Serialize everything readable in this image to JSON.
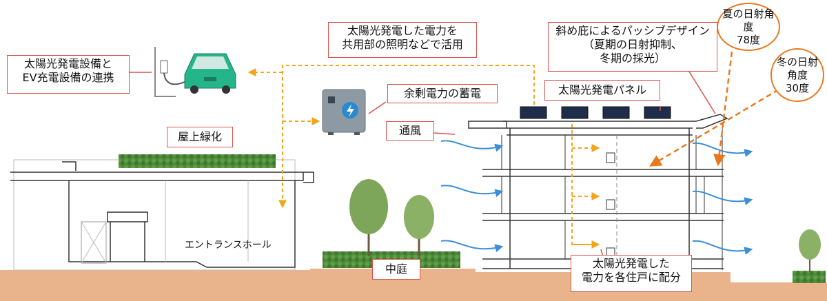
{
  "labels": {
    "ev": [
      "太陽光発電設備と",
      "EV充電設備の連携"
    ],
    "shared": [
      "太陽光発電した電力を",
      "共用部の照明などで活用"
    ],
    "passive": [
      "斜め庇によるパッシブデザイン",
      "（夏期の日射抑制、",
      "冬期の採光）"
    ],
    "summer": [
      "夏の日射角度",
      "78度"
    ],
    "winter": [
      "冬の日射",
      "角度",
      "30度"
    ],
    "storage": "余剰電力の蓄電",
    "panel": "太陽光発電パネル",
    "ventilation": "通風",
    "rooftop": "屋上緑化",
    "entrance": "エントランスホール",
    "courtyard": "中庭",
    "distribute": [
      "太陽光発電した",
      "電力を各住戸に配分"
    ]
  },
  "colors": {
    "callout_border": "#d9534f",
    "bubble_border": "#e8781e",
    "flow_arrow": "#f2a51a",
    "wind": "#3a8fd8",
    "ground": "#e9b48c",
    "building_line": "#333333",
    "greenery": "#4e8a3a",
    "car": "#25b58b",
    "battery": "#8d9aa3"
  }
}
